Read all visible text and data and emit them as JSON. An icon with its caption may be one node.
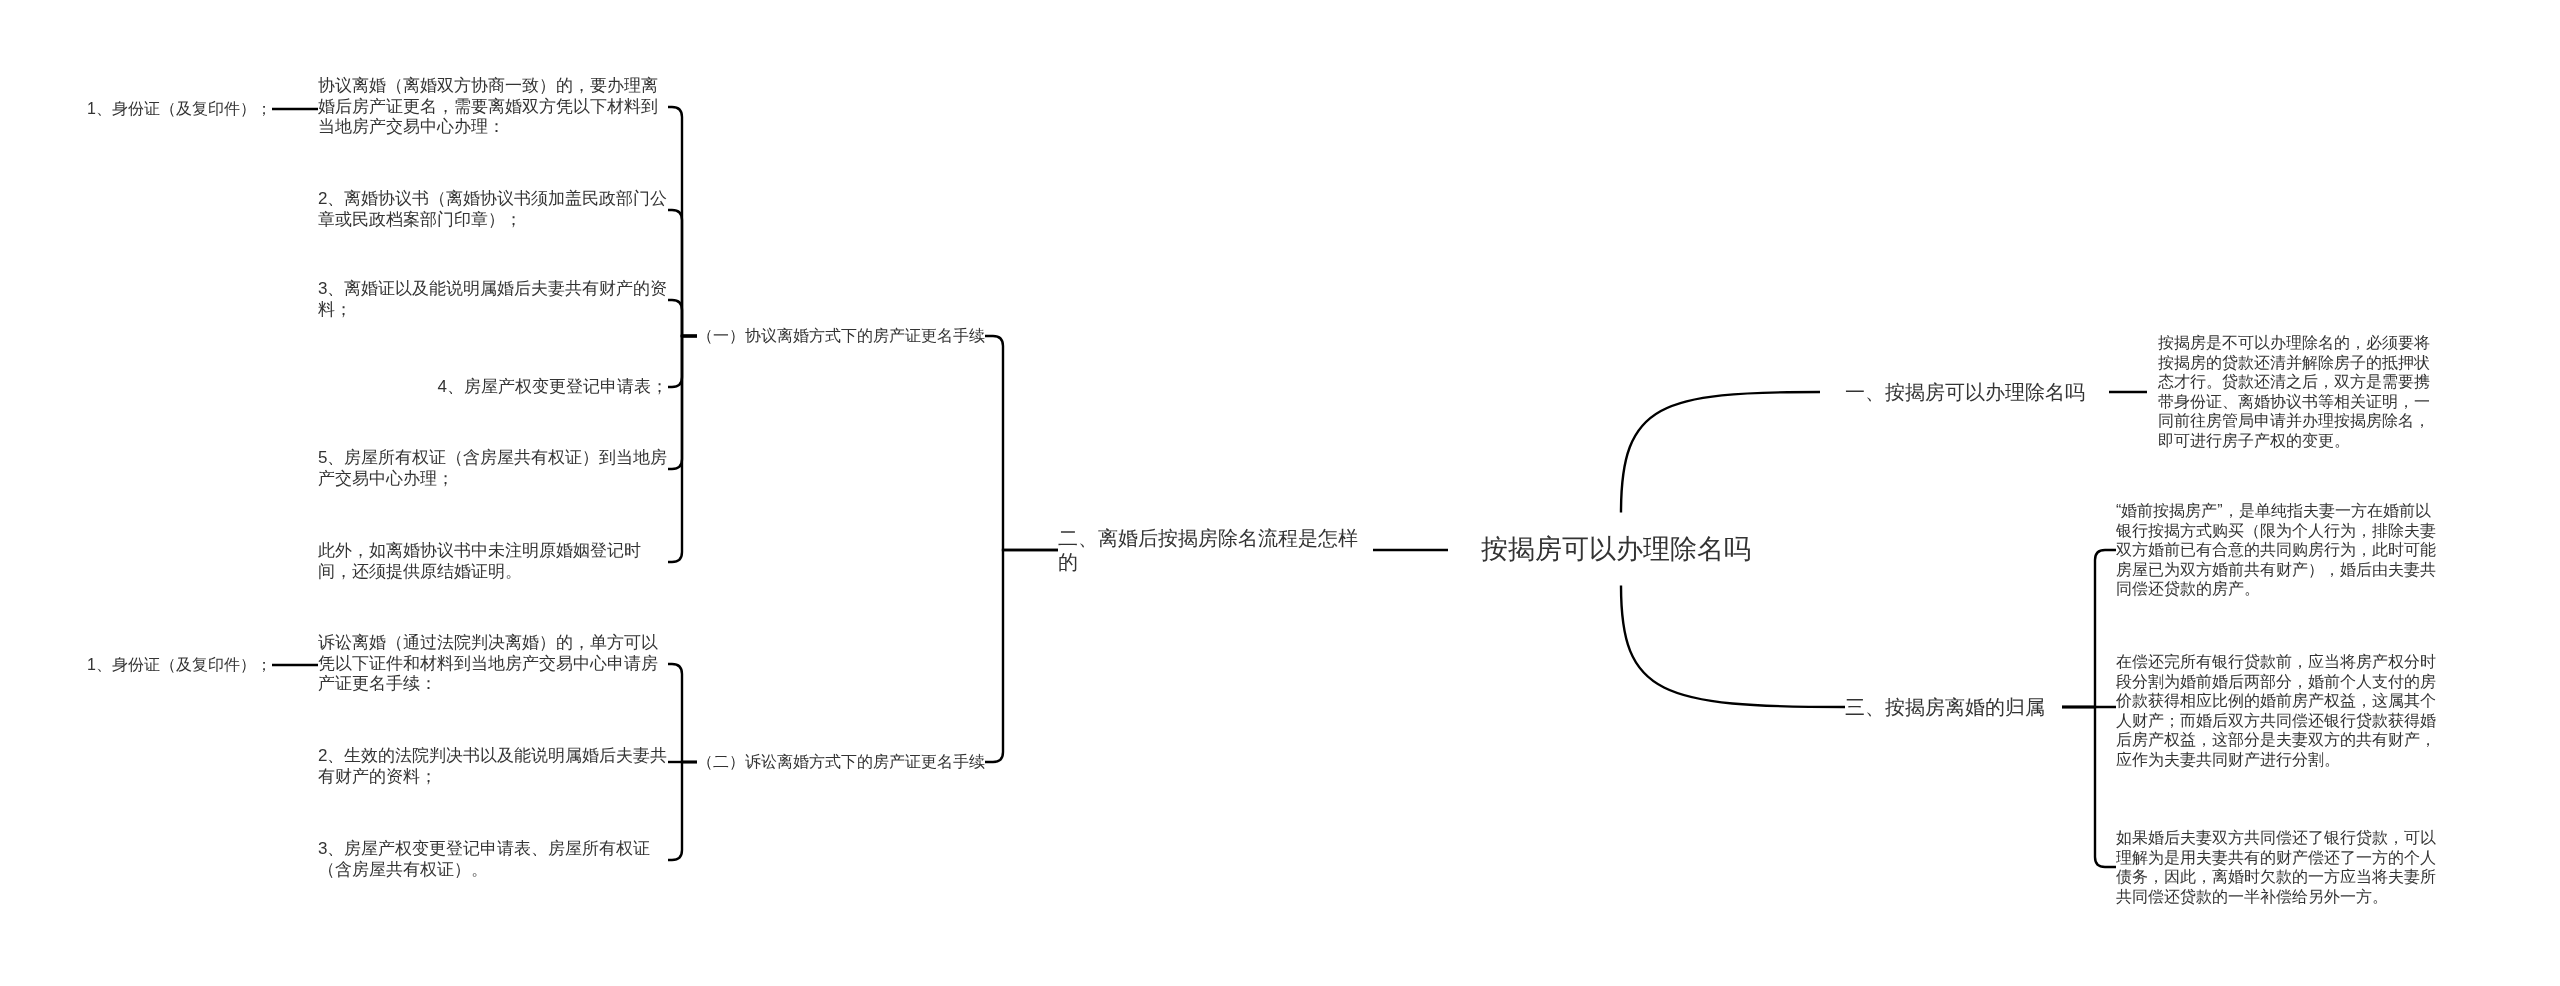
{
  "diagram": {
    "nodes": [
      {
        "text": [
          "按揭房可以办理除名吗"
        ]
      },
      {
        "text": [
          "一、按揭房可以办理除名吗"
        ]
      },
      {
        "text": [
          "按揭房是不可以办理除名的，必须要将按揭房的贷款还清并解除房子的抵押状态才行。贷款还清之后，双方是需要携带身份证、离婚协议书等相关证明，一同前往房管局申请并办理按揭房除名，即可进行房子产权的变更。"
        ]
      },
      {
        "text": [
          "三、按揭房离婚的归属"
        ]
      },
      {
        "text": [
          "“婚前按揭房产”，是单纯指夫妻一方在婚前以银行按揭方式购买（限为个人行为，排除夫妻双方婚前已有合意的共同购房行为，此时可能房屋已为双方婚前共有财产），婚后由夫妻共同偿还贷款的房产。"
        ]
      },
      {
        "text": [
          "在偿还完所有银行贷款前，应当将房产权分时段分割为婚前婚后两部分，婚前个人支付的房价款获得相应比例的婚前房产权益，这属其个人财产；而婚后双方共同偿还银行贷款获得婚后房产权益，这部分是夫妻双方的共有财产，应作为夫妻共同财产进行分割。"
        ]
      },
      {
        "text": [
          "如果婚后夫妻双方共同偿还了银行贷款，可以理解为是用夫妻共有的财产偿还了一方的个人债务，因此，离婚时欠款的一方应当将夫妻所共同偿还贷款的一半补偿给另外一方。"
        ]
      },
      {
        "text": [
          "二、离婚后按揭房除名流程是怎样的"
        ]
      },
      {
        "text": [
          "（一）协议离婚方式下的房产证更名手续"
        ]
      },
      {
        "text": [
          "协议离婚（离婚双方协商一致）的，要办理离婚后房产证更名，需要离婚双方凭以下材料到当地房产交易中心办理："
        ]
      },
      {
        "text": [
          "1、身份证（及复印件）；"
        ]
      },
      {
        "text": [
          "2、离婚协议书（离婚协议书须加盖民政部门公章或民政档案部门印章）；"
        ]
      },
      {
        "text": [
          "3、离婚证以及能说明属婚后夫妻共有财产的资料；"
        ]
      },
      {
        "text": [
          "4、房屋产权变更登记申请表；"
        ]
      },
      {
        "text": [
          "5、房屋所有权证（含房屋共有权证）到当地房产交易中心办理；"
        ]
      },
      {
        "text": [
          "此外，如离婚协议书中未注明原婚姻登记时间，还须提供原结婚证明。"
        ]
      },
      {
        "text": [
          "（二）诉讼离婚方式下的房产证更名手续"
        ]
      },
      {
        "text": [
          "诉讼离婚（通过法院判决离婚）的，单方可以凭以下证件和材料到当地房产交易中心申请房产证更名手续："
        ]
      },
      {
        "text": [
          "1、身份证（及复印件）；"
        ]
      },
      {
        "text": [
          "2、生效的法院判决书以及能说明属婚后夫妻共有财产的资料；"
        ]
      },
      {
        "text": [
          "3、房屋产权变更登记申请表、房屋所有权证（含房屋共有权证）。"
        ]
      }
    ],
    "edges": [
      {
        "from": 0,
        "to": 1,
        "arrow": "none"
      },
      {
        "from": 1,
        "to": 2,
        "arrow": "none"
      },
      {
        "from": 0,
        "to": 3,
        "arrow": "none"
      },
      {
        "from": 3,
        "to": 4,
        "arrow": "none"
      },
      {
        "from": 3,
        "to": 5,
        "arrow": "none"
      },
      {
        "from": 3,
        "to": 6,
        "arrow": "none"
      },
      {
        "from": 0,
        "to": 7,
        "arrow": "none"
      },
      {
        "from": 7,
        "to": 8,
        "arrow": "none"
      },
      {
        "from": 7,
        "to": 16,
        "arrow": "none"
      },
      {
        "from": 8,
        "to": 9,
        "arrow": "none"
      },
      {
        "from": 8,
        "to": 11,
        "arrow": "none"
      },
      {
        "from": 8,
        "to": 12,
        "arrow": "none"
      },
      {
        "from": 8,
        "to": 13,
        "arrow": "none"
      },
      {
        "from": 8,
        "to": 14,
        "arrow": "none"
      },
      {
        "from": 8,
        "to": 15,
        "arrow": "none"
      },
      {
        "from": 9,
        "to": 10,
        "arrow": "none"
      },
      {
        "from": 16,
        "to": 17,
        "arrow": "none"
      },
      {
        "from": 16,
        "to": 19,
        "arrow": "none"
      },
      {
        "from": 16,
        "to": 20,
        "arrow": "none"
      },
      {
        "from": 17,
        "to": 18,
        "arrow": "none"
      }
    ]
  }
}
